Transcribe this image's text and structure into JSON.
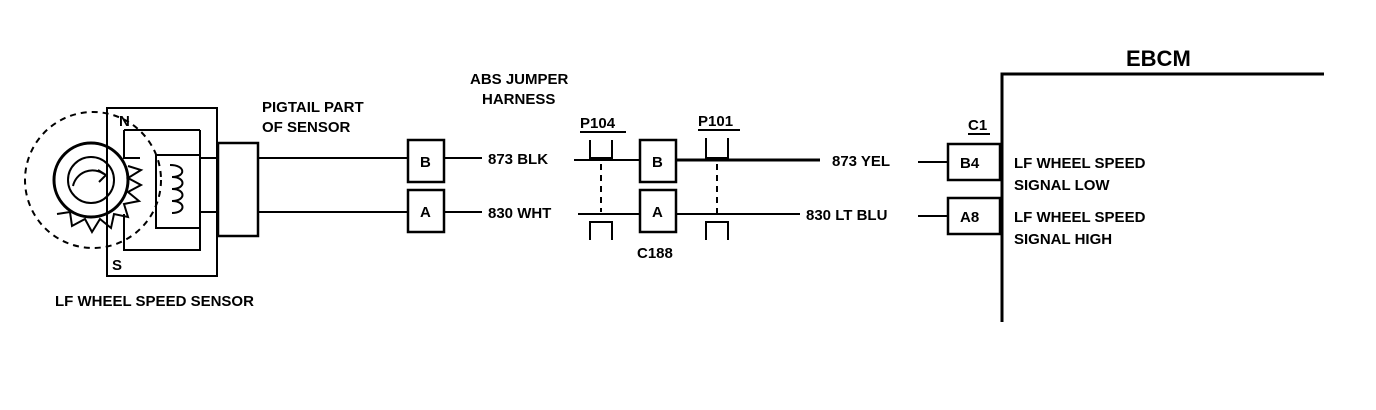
{
  "sensor": {
    "label": "LF WHEEL SPEED SENSOR",
    "n_label": "N",
    "s_label": "S"
  },
  "pigtail": {
    "line1": "PIGTAIL PART",
    "line2": "OF SENSOR"
  },
  "pigtail_connector": {
    "top": "B",
    "bottom": "A"
  },
  "jumper": {
    "line1": "ABS JUMPER",
    "line2": "HARNESS"
  },
  "wires": {
    "top_left": "873 BLK",
    "bottom_left": "830 WHT",
    "top_right": "873 YEL",
    "bottom_right": "830 LT BLU"
  },
  "p104": "P104",
  "p101": "P101",
  "c188": {
    "label": "C188",
    "top": "B",
    "bottom": "A"
  },
  "ebcm": {
    "title": "EBCM",
    "connector": "C1",
    "pin_top": "B4",
    "pin_bottom": "A8",
    "sig_low_1": "LF WHEEL SPEED",
    "sig_low_2": "SIGNAL LOW",
    "sig_high_1": "LF WHEEL SPEED",
    "sig_high_2": "SIGNAL HIGH"
  }
}
